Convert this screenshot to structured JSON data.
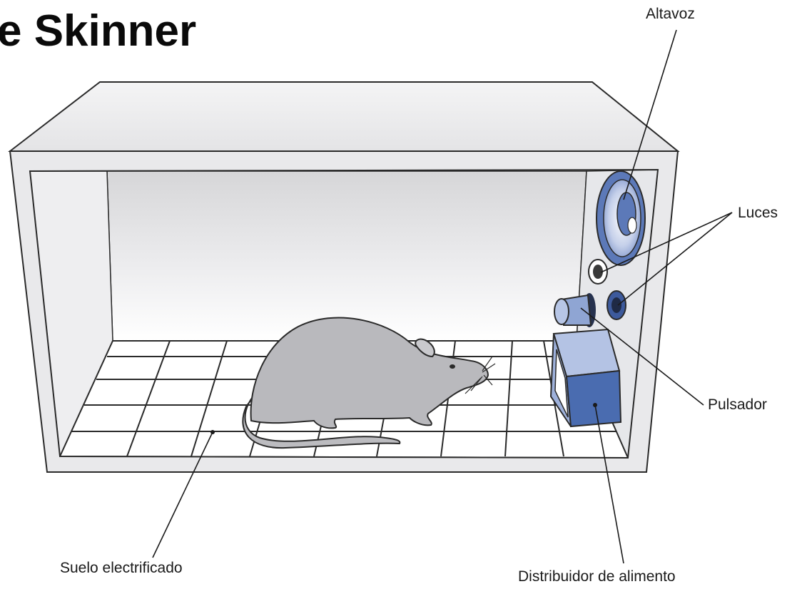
{
  "title": "e Skinner",
  "labels": {
    "speaker": "Altavoz",
    "lights": "Luces",
    "lever": "Pulsador",
    "floor": "Suelo electrificado",
    "food": "Distribuidor de alimento"
  },
  "colors": {
    "frame": "#e8e8ea",
    "outline": "#2a2a2a",
    "back_wall_top": "#d9d9db",
    "back_wall_bottom": "#ffffff",
    "floor": "#ffffff",
    "rat": "#b9b9bd",
    "device_blue": "#4f6fb0",
    "device_light": "#a9b9dc"
  }
}
